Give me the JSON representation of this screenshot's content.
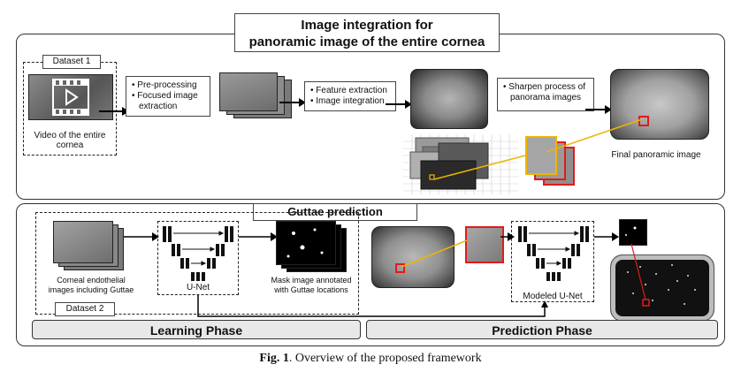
{
  "top": {
    "title_line1": "Image integration for",
    "title_line2": "panoramic image of the entire cornea",
    "dataset_label": "Dataset 1",
    "video_caption_line1": "Video of the entire",
    "video_caption_line2": "cornea",
    "preprocess_items": [
      "Pre-processing",
      "Focused image",
      "extraction"
    ],
    "feature_items": [
      "Feature extraction",
      "Image integration"
    ],
    "sharpen_items": [
      "Sharpen process of",
      "panorama images"
    ],
    "final_caption": "Final panoramic image"
  },
  "bottom": {
    "title": "Guttae prediction",
    "corneal_caption_line1": "Corneal endothelial",
    "corneal_caption_line2": "images including Guttae",
    "unet_label": "U-Net",
    "mask_caption_line1": "Mask image annotated",
    "mask_caption_line2": "with Guttae locations",
    "dataset_label": "Dataset 2",
    "modeled_unet_label": "Modeled U-Net",
    "learning_phase": "Learning Phase",
    "prediction_phase": "Prediction Phase"
  },
  "figure_caption": {
    "prefix": "Fig. 1",
    "text": ".  Overview of the proposed framework"
  },
  "colors": {
    "accent_red": "#e01b1b",
    "accent_yellow": "#f0b400",
    "phase_fill": "#e8e8e8"
  }
}
